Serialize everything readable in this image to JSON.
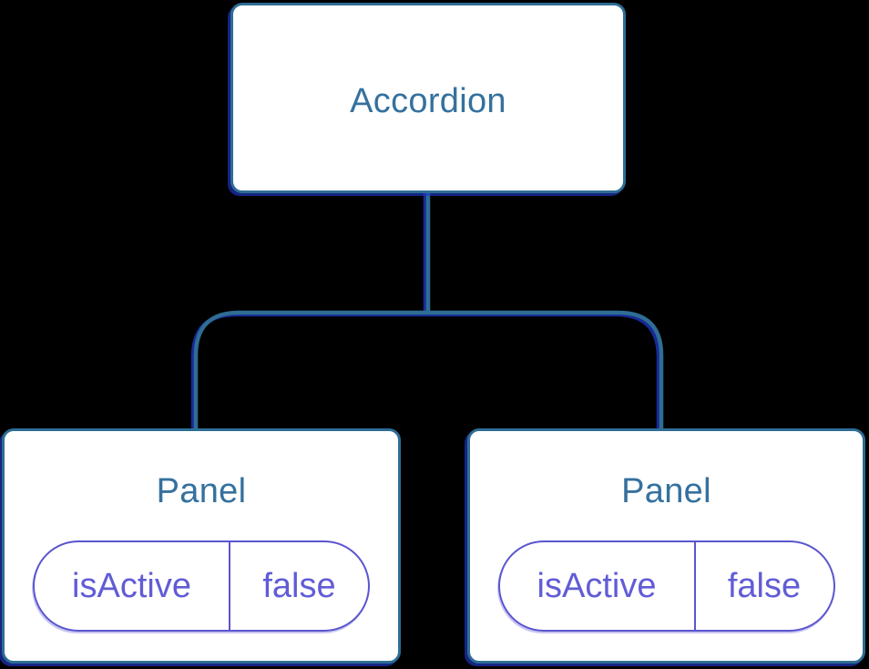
{
  "colors": {
    "background": "#000000",
    "node_fill": "#FFFFFF",
    "node_border": "#2E6D94",
    "node_title_text": "#35719E",
    "state_pill_border": "#5B55CE",
    "state_pill_text": "#615CD6",
    "shadow_blue": "#2038C8"
  },
  "tree": {
    "root": {
      "label": "Accordion"
    },
    "children": [
      {
        "label": "Panel",
        "state": {
          "key": "isActive",
          "value": "false"
        }
      },
      {
        "label": "Panel",
        "state": {
          "key": "isActive",
          "value": "false"
        }
      }
    ]
  }
}
